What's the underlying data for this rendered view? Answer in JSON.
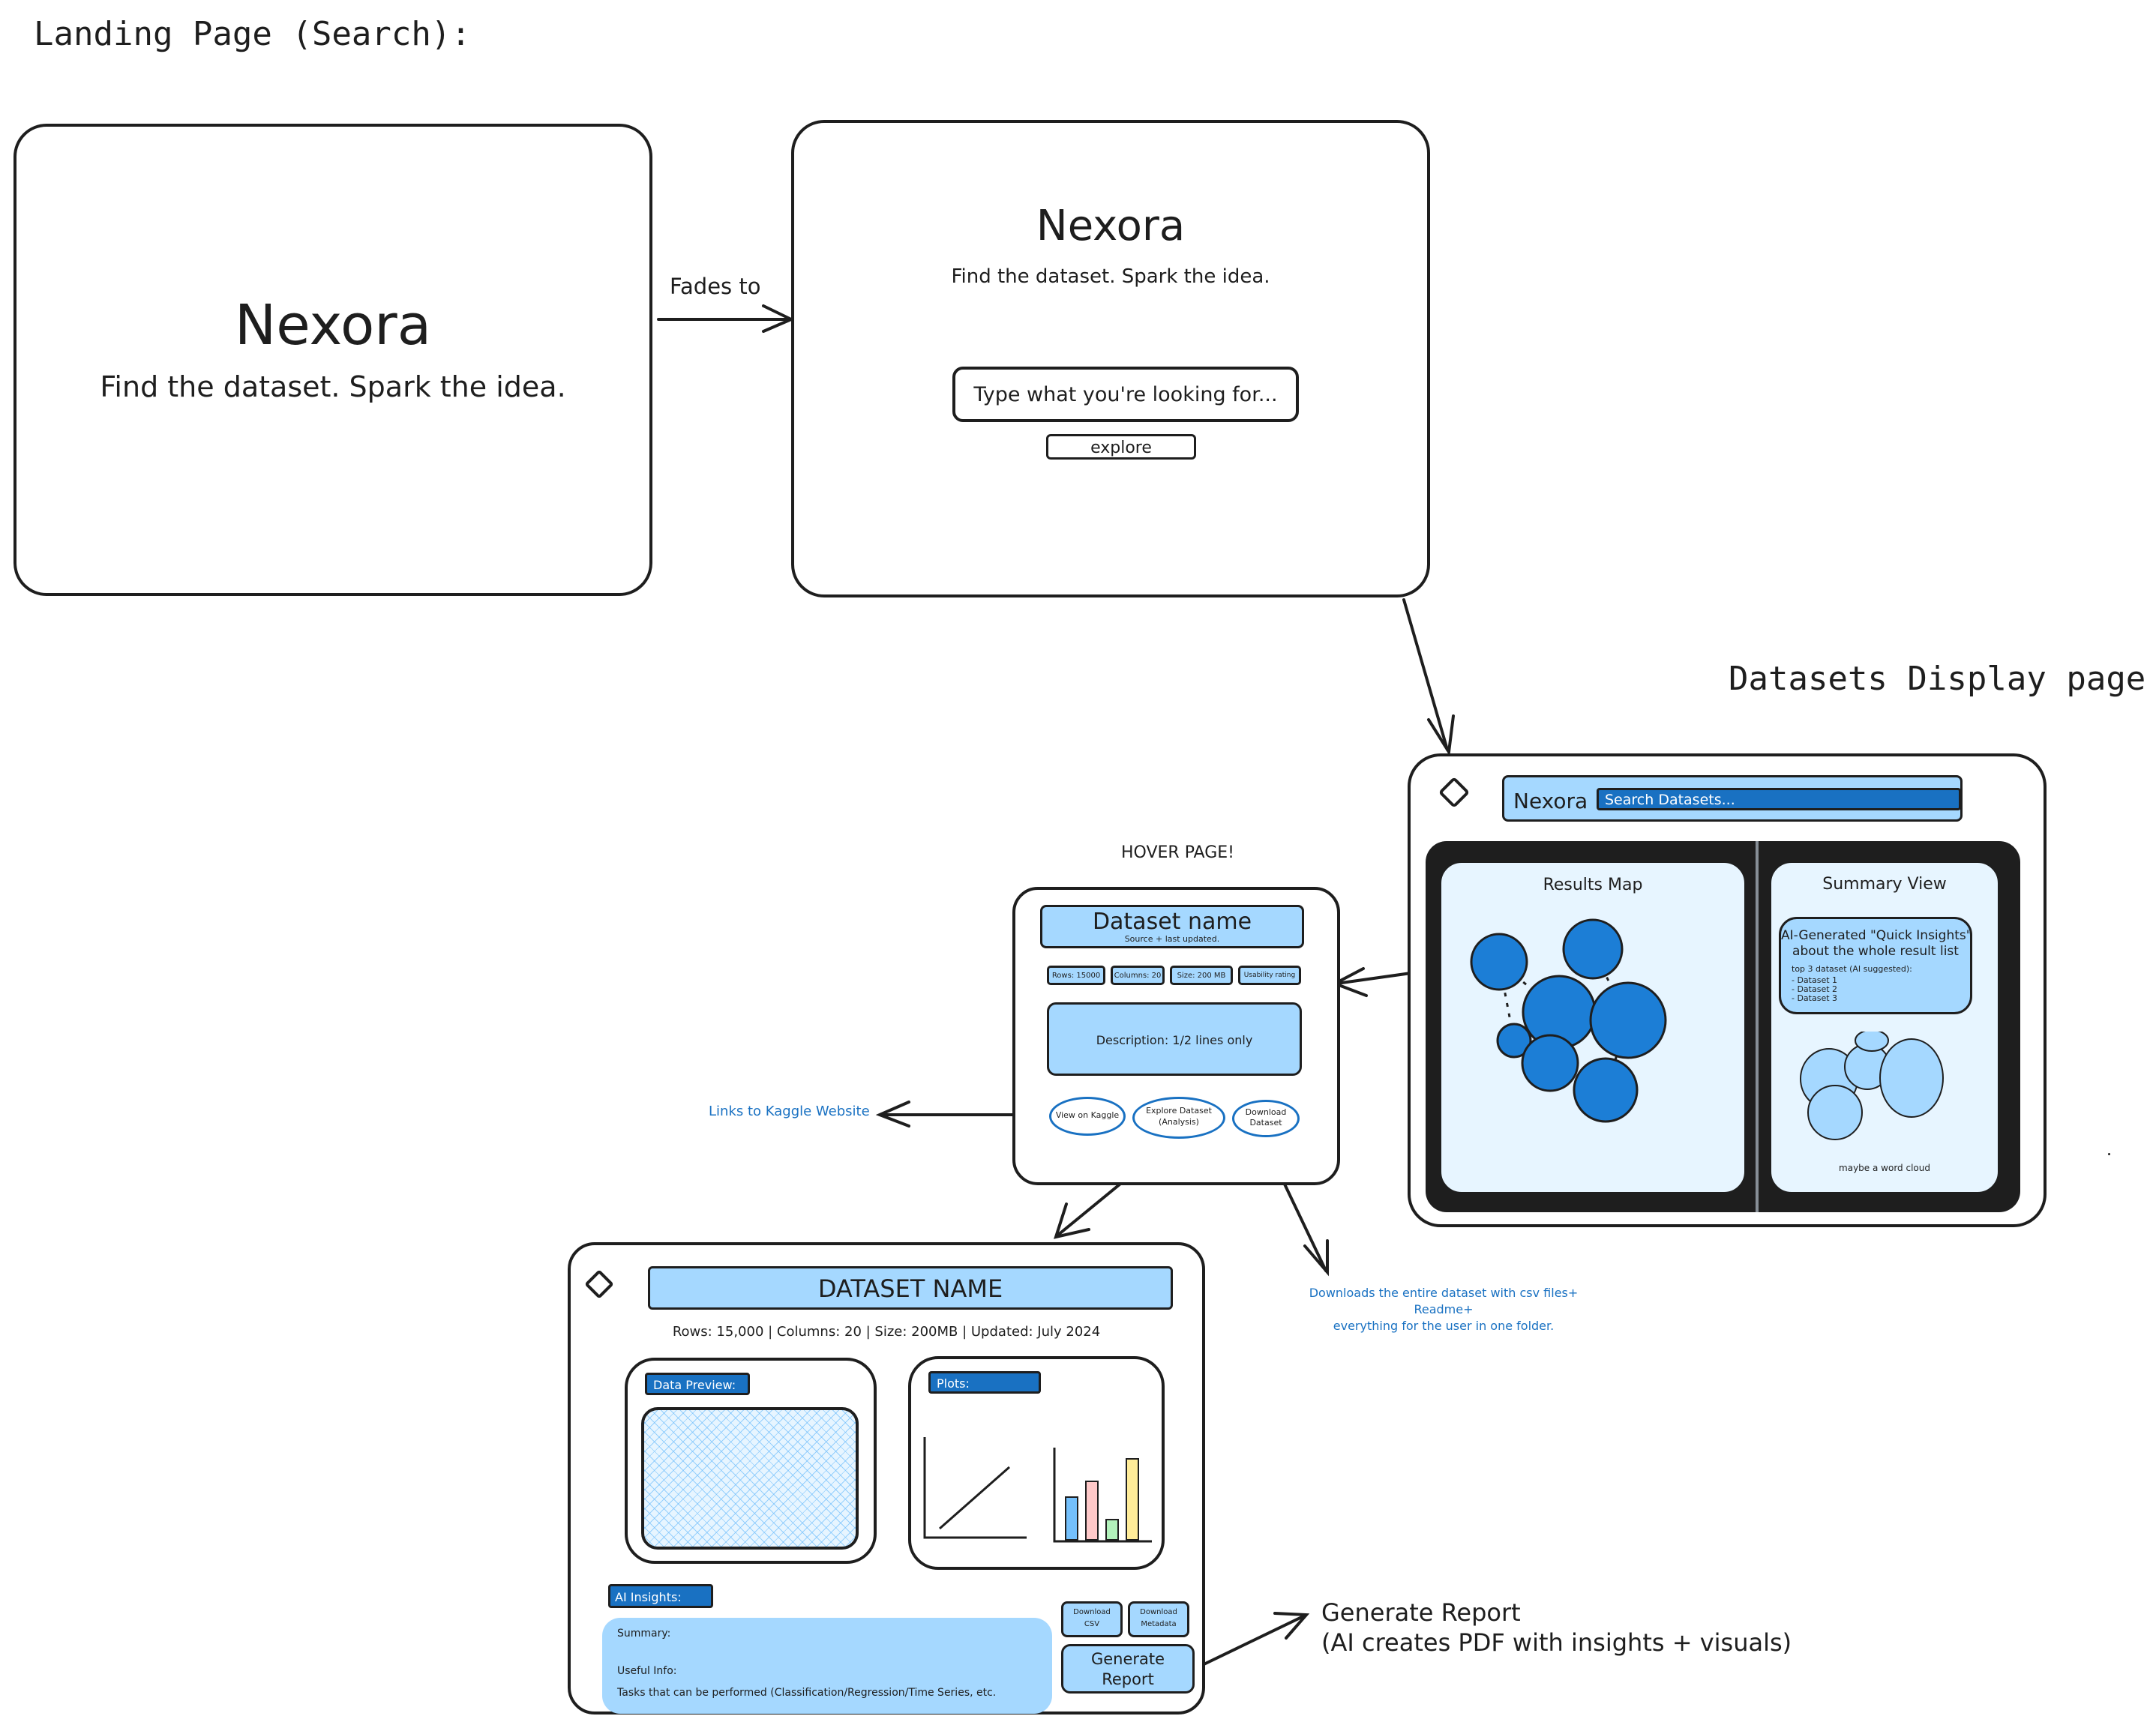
{
  "section_titles": {
    "landing": "Landing Page (Search):",
    "datasets_display": "Datasets Display page",
    "hover": "HOVER PAGE!"
  },
  "splash": {
    "brand": "Nexora",
    "tagline": "Find the dataset. Spark the idea."
  },
  "transition_label": "Fades to",
  "search_page": {
    "brand": "Nexora",
    "tagline": "Find the dataset. Spark the idea.",
    "search_placeholder": "Type what you're looking for...",
    "explore_label": "explore"
  },
  "display_page": {
    "brand": "Nexora",
    "search_placeholder": "Search Datasets...",
    "results_map_title": "Results Map",
    "summary_view_title": "Summary View",
    "insights_title_line1": "AI-Generated \"Quick Insights\"",
    "insights_title_line2": "about the whole result list",
    "insights_sub": "top 3 dataset (AI suggested):",
    "insights_items": [
      "- Dataset 1",
      "- Dataset 2",
      "- Dataset 3"
    ],
    "word_cloud_label": "maybe a word cloud",
    "colors": {
      "node": "#1c7ed6",
      "panel": "#e7f5ff",
      "dark": "#1e1e1e",
      "cloud": "#a5d8ff"
    }
  },
  "hover_page": {
    "title": "Dataset name",
    "subtitle": "Source + last updated.",
    "stats": [
      "Rows: 15000",
      "Columns: 20",
      "Size: 200 MB",
      "Usability rating"
    ],
    "description": "Description: 1/2 lines only",
    "btn_kaggle": "View on Kaggle",
    "btn_explore_line1": "Explore Dataset",
    "btn_explore_line2": "(Analysis)",
    "btn_download_line1": "Download",
    "btn_download_line2": "Dataset"
  },
  "annotations": {
    "kaggle": "Links to Kaggle Website",
    "download_line1": "Downloads the entire dataset with csv files+",
    "download_line2": "Readme+",
    "download_line3": "everything for the user in one folder.",
    "report_line1": "Generate Report",
    "report_line2": "(AI creates PDF with insights + visuals)"
  },
  "detail_page": {
    "title": "DATASET NAME",
    "meta": "Rows: 15,000 | Columns: 20 | Size: 200MB | Updated: July 2024",
    "data_preview_label": "Data Preview:",
    "plots_label": "Plots:",
    "ai_insights_label": "AI Insights:",
    "summary_label": "Summary:",
    "useful_info_label": "Useful Info:",
    "tasks_text": "Tasks that can be performed (Classification/Regression/Time Series, etc.",
    "download_csv_line1": "Download",
    "download_csv_line2": "CSV",
    "download_meta_line1": "Download",
    "download_meta_line2": "Metadata",
    "generate_line1": "Generate",
    "generate_line2": "Report",
    "bar_colors": [
      "#74c0fc",
      "#ffc9c9",
      "#b2f2bb",
      "#ffec99"
    ],
    "bar_values": [
      0.38,
      0.52,
      0.18,
      0.72
    ]
  }
}
